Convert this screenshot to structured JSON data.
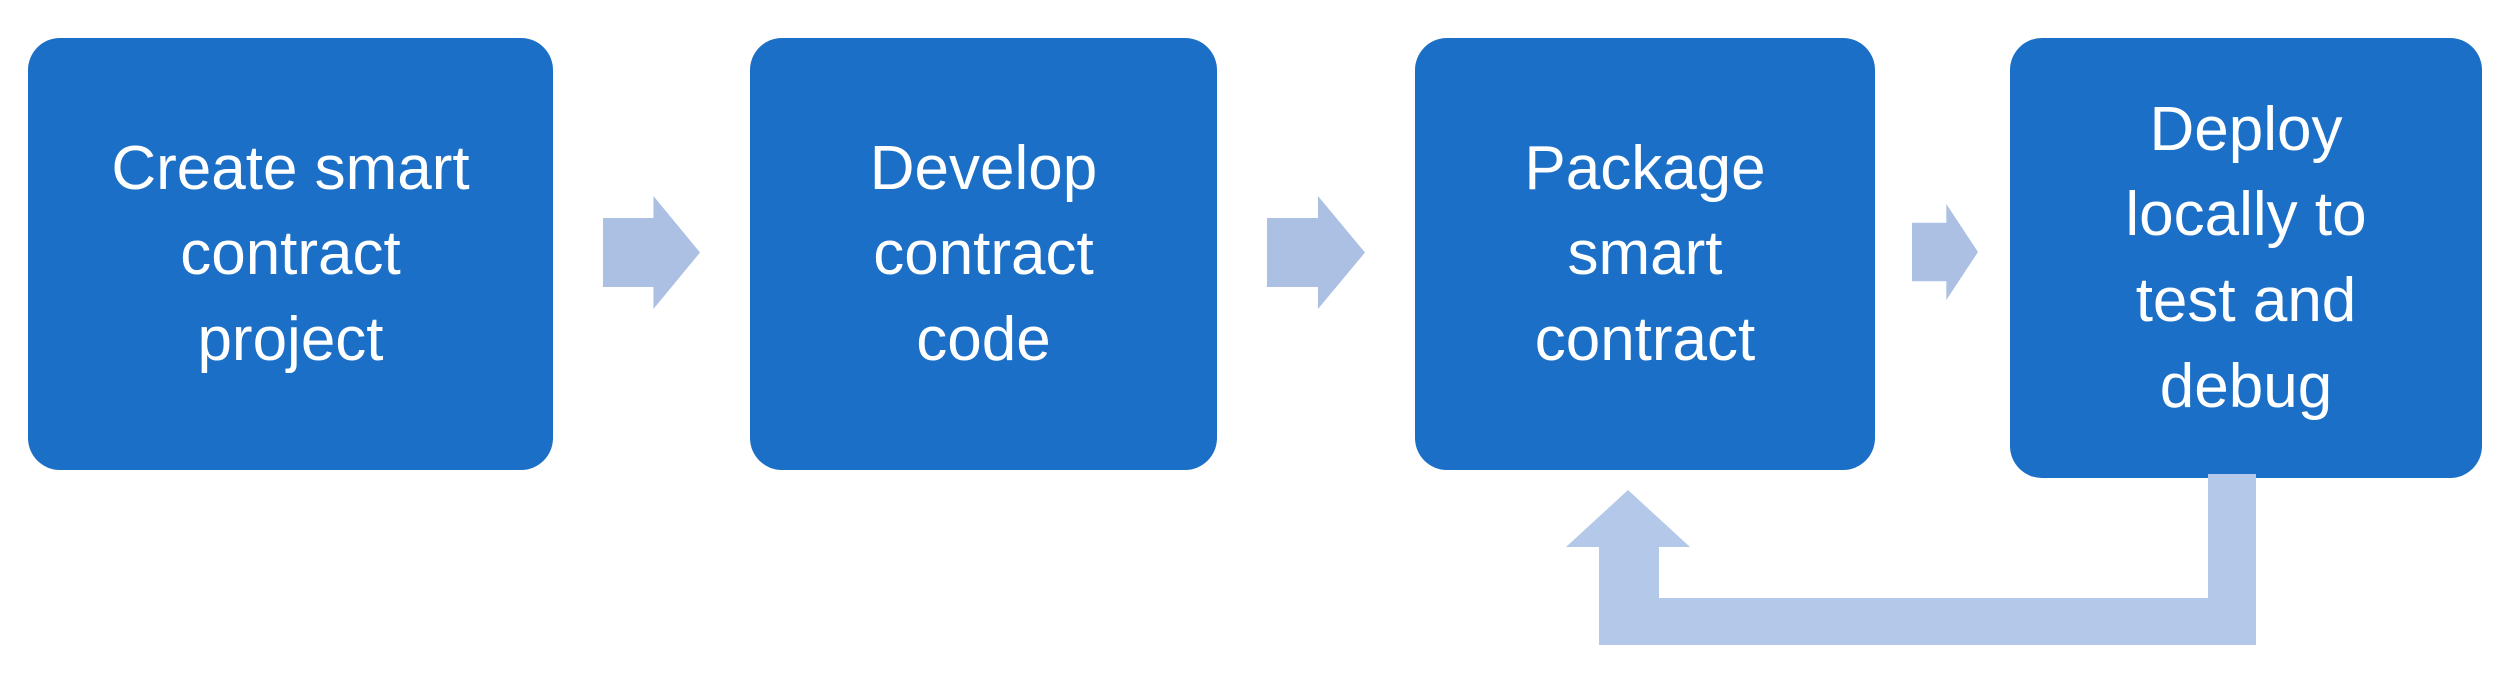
{
  "diagram": {
    "type": "flowchart",
    "steps": [
      {
        "id": 1,
        "label": "Create smart contract project",
        "lines": [
          "Create smart",
          "contract",
          "project"
        ]
      },
      {
        "id": 2,
        "label": "Develop contract code",
        "lines": [
          "Develop",
          "contract",
          "code"
        ]
      },
      {
        "id": 3,
        "label": "Package smart contract",
        "lines": [
          "Package",
          "smart",
          "contract"
        ]
      },
      {
        "id": 4,
        "label": "Deploy locally to test and debug",
        "lines": [
          "Deploy",
          "locally to",
          "test and",
          "debug"
        ]
      }
    ],
    "connectors": [
      {
        "from": 1,
        "to": 2,
        "type": "arrow-right"
      },
      {
        "from": 2,
        "to": 3,
        "type": "arrow-right"
      },
      {
        "from": 3,
        "to": 4,
        "type": "arrow-right"
      },
      {
        "from": 4,
        "to": 3,
        "type": "loop-back"
      }
    ],
    "colors": {
      "background": "#FFFFFF",
      "box_fill": "#1B6FC6",
      "box_text": "#FFFFFF",
      "arrow_fill": "#ABC0E3",
      "loop_arrow_fill": "#B4C9E9"
    }
  }
}
